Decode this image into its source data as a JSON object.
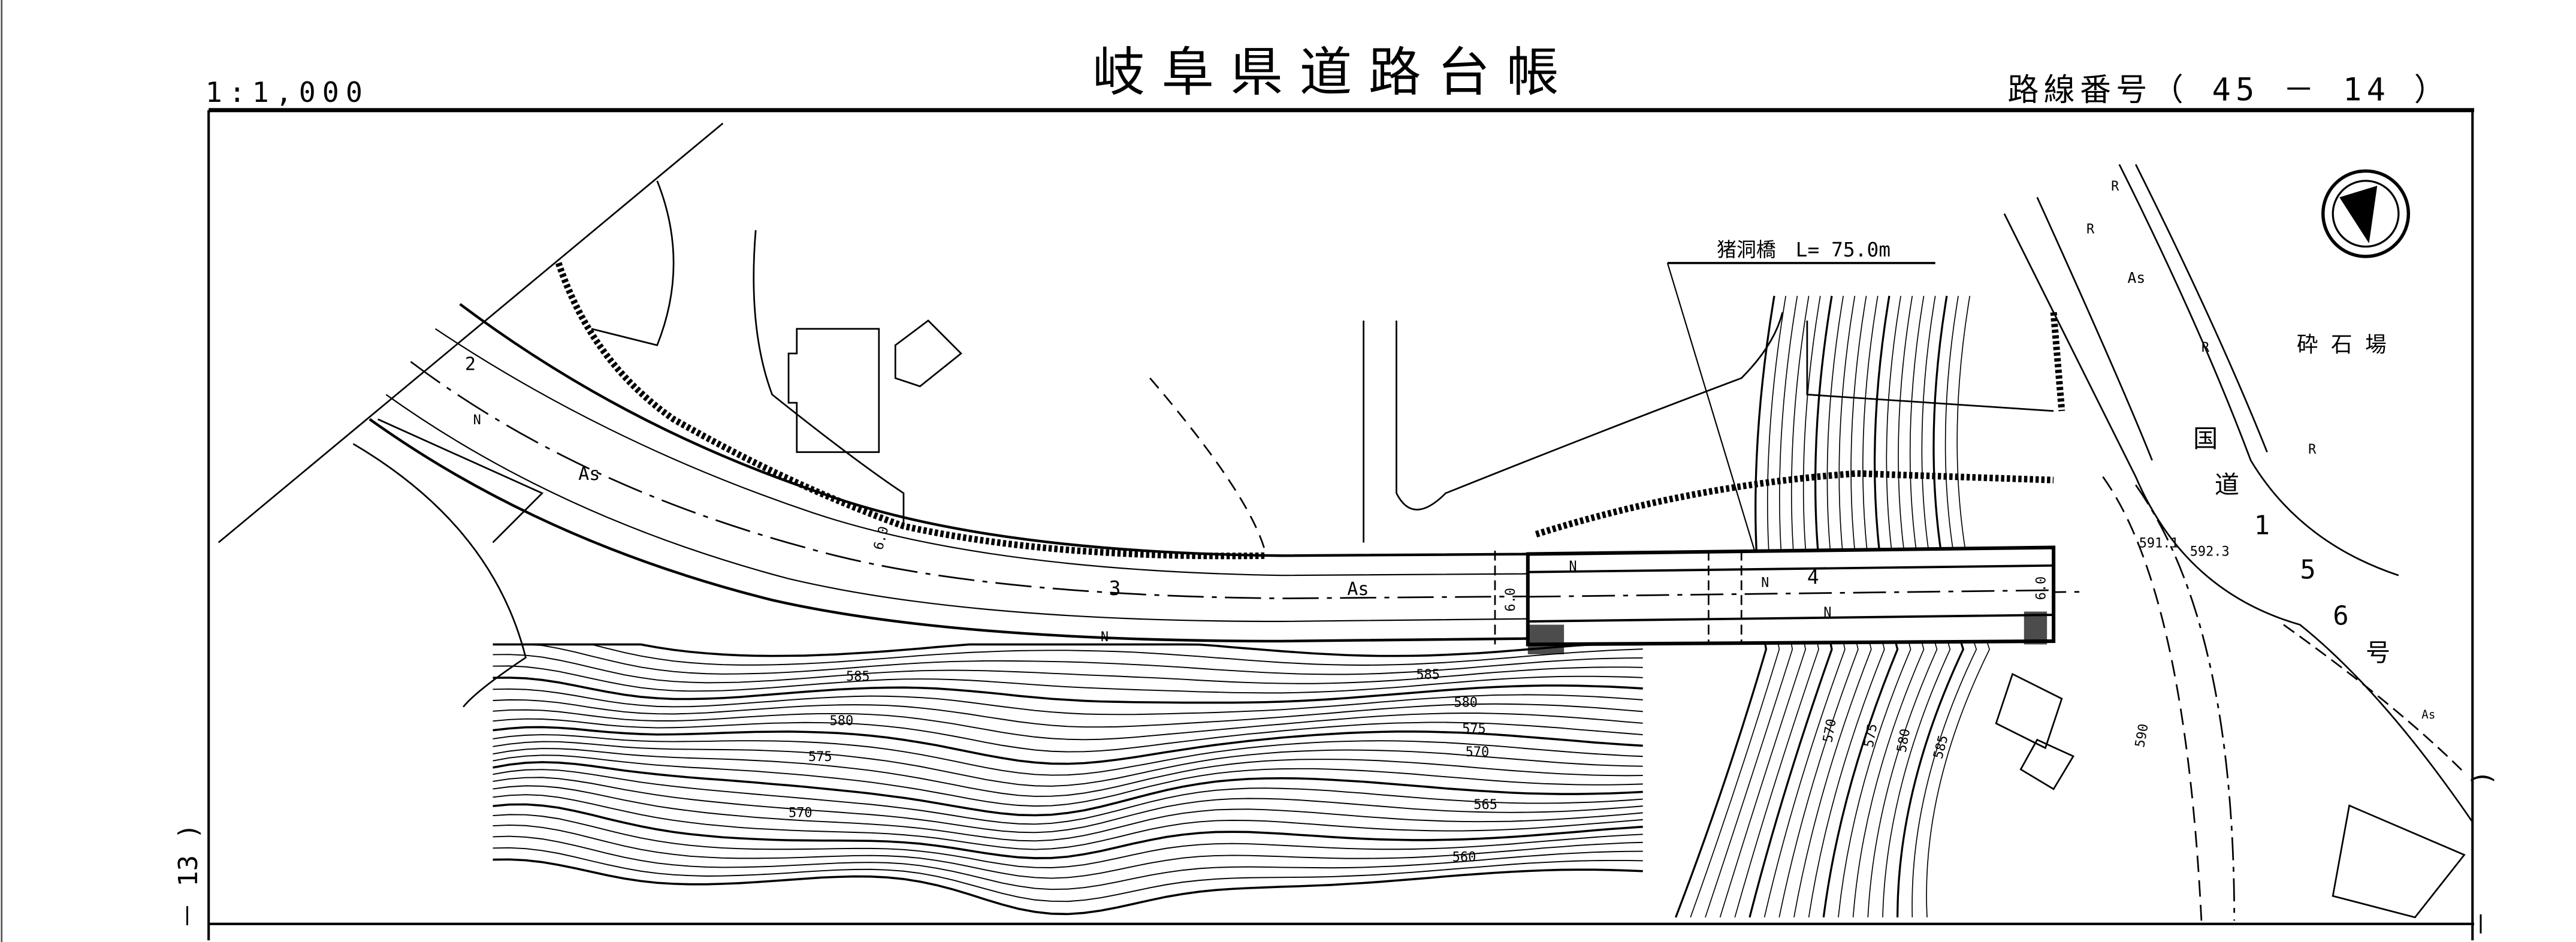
{
  "header": {
    "scale": "1:1,000",
    "title": "岐阜県道路台帳",
    "route_number": "路線番号（ 45 － 14 ）"
  },
  "margins": {
    "left_sheet": "－ 13 )",
    "right_sheet_top": ")",
    "right_sheet_bottom": "－"
  },
  "map": {
    "bridge_label": "猪洞橋　L= 75.0m",
    "quarry_label": "砕 石 場",
    "national_road": [
      "国",
      "道",
      "1",
      "5",
      "6",
      "号"
    ],
    "station_numbers": [
      "2",
      "3",
      "4"
    ],
    "surface_labels": [
      "As",
      "As",
      "As",
      "As"
    ],
    "road_marks": [
      "N",
      "N",
      "N",
      "N",
      "N",
      "R",
      "R",
      "R",
      "R"
    ],
    "widths": [
      "6.0",
      "6.0",
      "6.0"
    ],
    "spot_heights": [
      "591.1",
      "592.3"
    ],
    "contour_labels": [
      "585",
      "580",
      "575",
      "570",
      "585",
      "580",
      "575",
      "570",
      "565",
      "560",
      "570",
      "575",
      "580",
      "585",
      "590"
    ],
    "north_arrow": "north-arrow"
  }
}
